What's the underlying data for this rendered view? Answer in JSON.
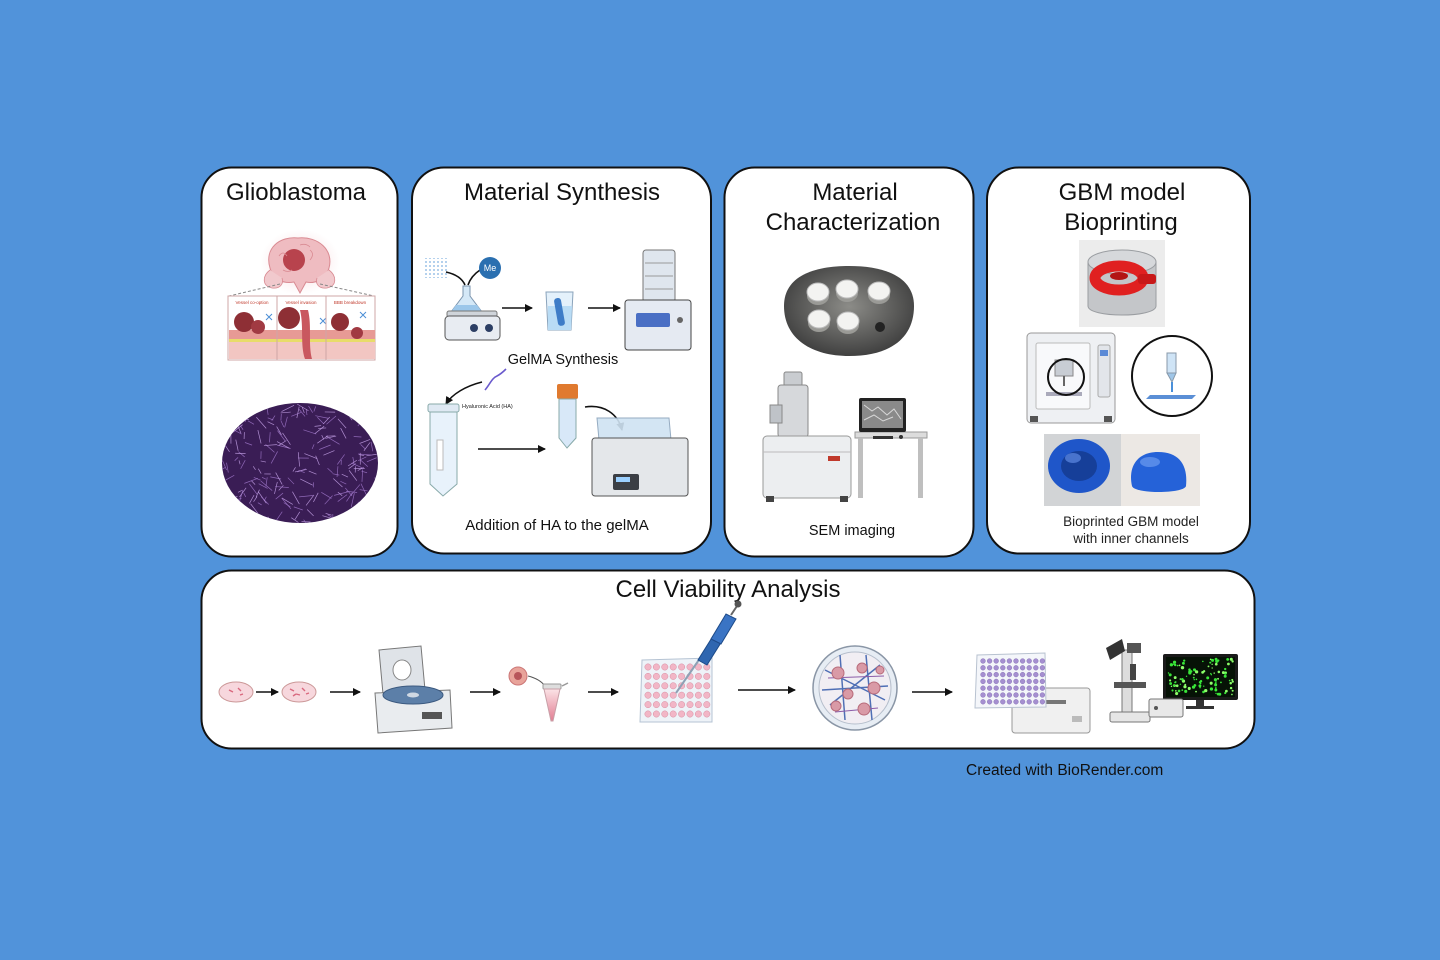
{
  "colors": {
    "background": "#5193DA",
    "panel_fill": "#FFFFFF",
    "panel_border": "#111111",
    "tumor": "#B8434D",
    "micrograph": "#3A1D55",
    "gel_blue": "#1F56C9",
    "print_red": "#E02020",
    "fluorescence_green": "#39E639"
  },
  "panels": {
    "glioblastoma": {
      "title": "Glioblastoma",
      "inset_labels": [
        "Vessel co-option",
        "Vessel invasion",
        "BBB breakdown"
      ]
    },
    "synthesis": {
      "title": "Material Synthesis",
      "me_label": "Me",
      "gelma_caption": "GelMA Synthesis",
      "ha_label": "Hyaluronic Acid (HA)",
      "ha_caption": "Addition of HA to the gelMA"
    },
    "characterization": {
      "title_line1": "Material",
      "title_line2": "Characterization",
      "caption": "SEM imaging"
    },
    "bioprinting": {
      "title_line1": "GBM model",
      "title_line2": "Bioprinting",
      "caption_line1": "Bioprinted GBM model",
      "caption_line2": "with inner channels"
    },
    "viability": {
      "title": "Cell Viability Analysis"
    }
  },
  "credit": "Created with BioRender.com"
}
